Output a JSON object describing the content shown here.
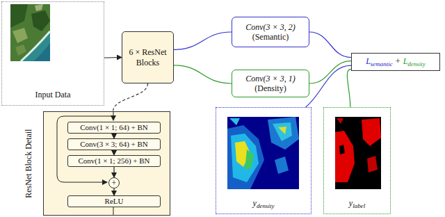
{
  "diagram": {
    "nodes": [
      {
        "text": [
          "Input Data"
        ]
      },
      {
        "text": [
          "6 × ResNet Blocks"
        ]
      },
      {
        "text": [
          "Conv(3 × 3, 2)",
          "(Semantic)"
        ]
      },
      {
        "text": [
          "Conv(3 × 3, 1)",
          "(Density)"
        ]
      },
      {
        "text": [
          "L",
          "semantic",
          "+",
          "L",
          "density"
        ]
      },
      {
        "text": [
          "ResNet Block Detail"
        ]
      },
      {
        "text": [
          "Conv(1 × 1; 64) + BN"
        ],
        "in": 5
      },
      {
        "text": [
          "Conv(3 × 3; 64) + BN"
        ],
        "in": 5
      },
      {
        "text": [
          "Conv(1 × 1; 256) + BN"
        ],
        "in": 5
      },
      {
        "text": [
          "+"
        ],
        "in": 5
      },
      {
        "text": [
          "ReLU"
        ],
        "in": 5
      },
      {
        "text": [
          "y",
          "density"
        ]
      },
      {
        "text": [
          "y",
          "label"
        ]
      }
    ],
    "edges": [
      {
        "from": 0,
        "to": 1,
        "arrow": "to"
      },
      {
        "from": 1,
        "to": 2,
        "arrow": "none"
      },
      {
        "from": 1,
        "to": 3,
        "arrow": "none"
      },
      {
        "from": 2,
        "to": 4,
        "arrow": "none"
      },
      {
        "from": 3,
        "to": 4,
        "arrow": "none"
      },
      {
        "from": 11,
        "to": 4,
        "arrow": "none"
      },
      {
        "from": 12,
        "to": 4,
        "arrow": "none"
      },
      {
        "from": 1,
        "to": 5,
        "arrow": "none"
      },
      {
        "from": 6,
        "to": 7,
        "arrow": "to"
      },
      {
        "from": 7,
        "to": 8,
        "arrow": "to"
      },
      {
        "from": 8,
        "to": 9,
        "arrow": "to"
      },
      {
        "from": 9,
        "to": 10,
        "arrow": "to"
      }
    ]
  }
}
